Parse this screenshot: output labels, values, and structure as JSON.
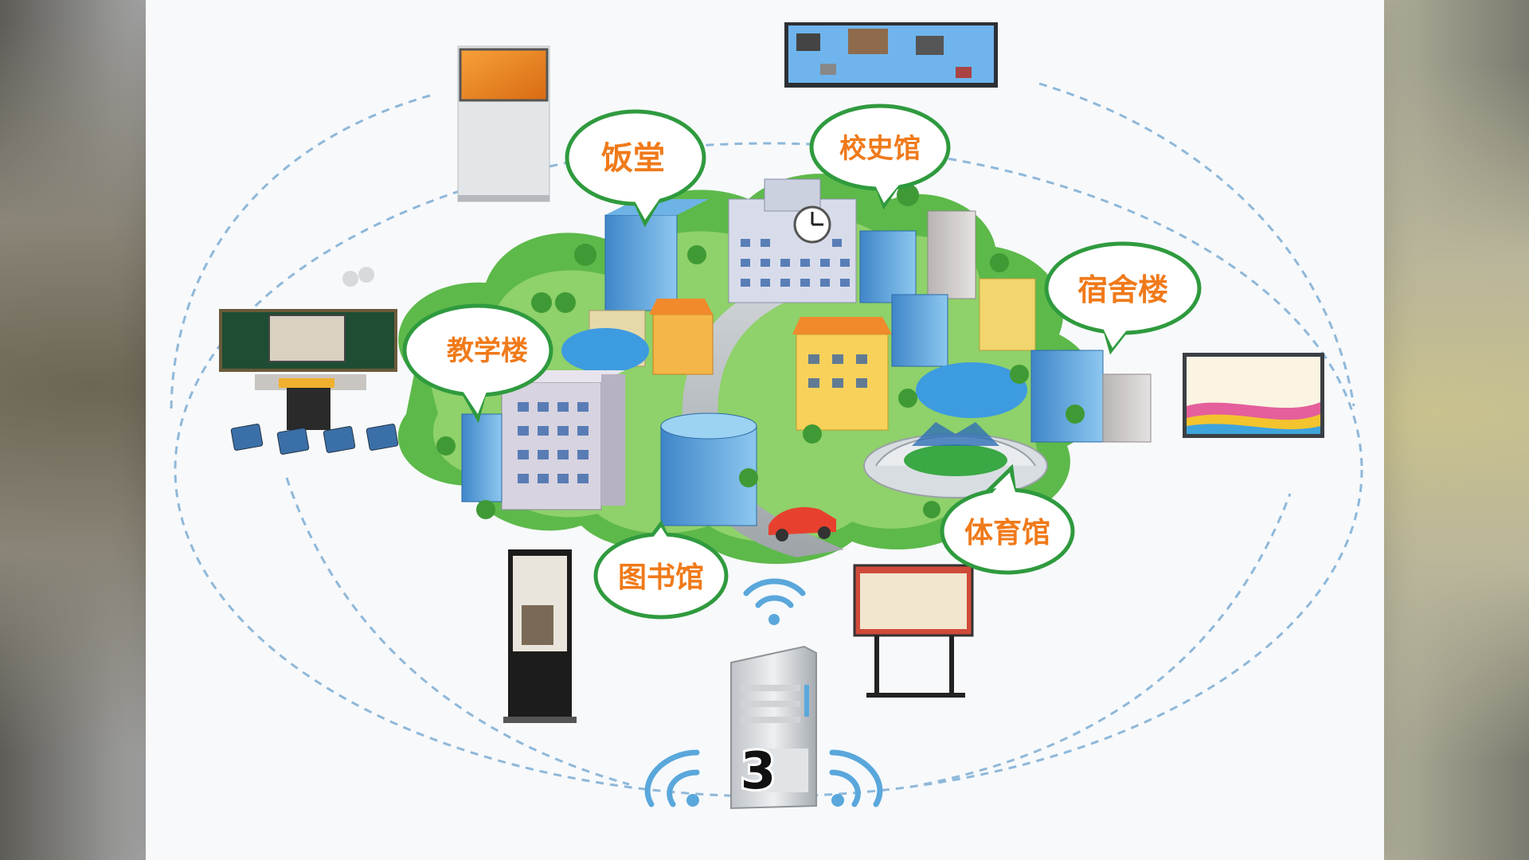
{
  "diagram": {
    "labels": {
      "canteen": "饭堂",
      "history_museum": "校史馆",
      "dormitory": "宿舍楼",
      "teaching_building": "教学楼",
      "library": "图书馆",
      "gymnasium": "体育馆"
    },
    "server_badge": "3",
    "colors": {
      "bubble_border": "#2f9a3e",
      "label_text": "#f07a1a",
      "wifi": "#5aa7dc",
      "dashed_ring": "#8fb8d9",
      "tree_green": "#5db94a"
    },
    "icons": [
      "wifi-icon",
      "server-icon",
      "clock-icon",
      "car-icon"
    ]
  }
}
